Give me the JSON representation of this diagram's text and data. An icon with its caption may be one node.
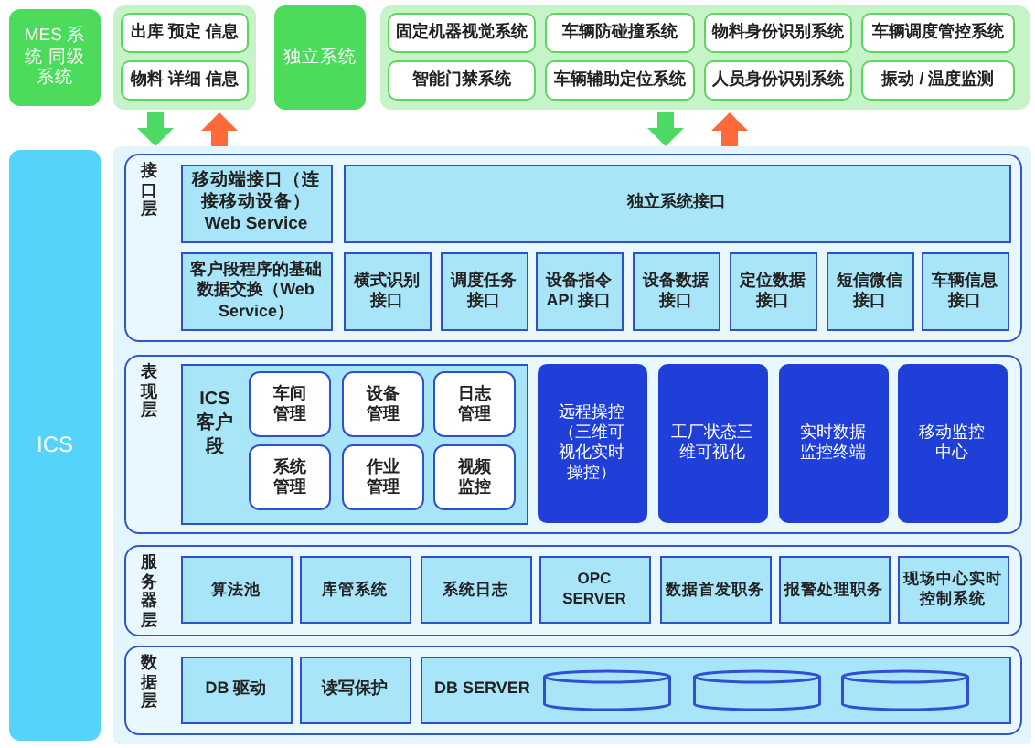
{
  "diagram": {
    "nodes": [
      {
        "text": [
          "MES 系统 同级系统"
        ]
      },
      {
        "text": [],
        "shape": "box"
      },
      {
        "text": [
          "出库 预定 信息"
        ],
        "in": 1
      },
      {
        "text": [
          "物料 详细 信息"
        ],
        "in": 1
      },
      {
        "text": [
          "独立系统"
        ]
      },
      {
        "text": [],
        "shape": "box"
      },
      {
        "text": [
          "固定机器视觉系统"
        ],
        "in": 5
      },
      {
        "text": [
          "车辆防碰撞系统"
        ],
        "in": 5
      },
      {
        "text": [
          "物料身份识别系统"
        ],
        "in": 5
      },
      {
        "text": [
          "车辆调度管控系统"
        ],
        "in": 5
      },
      {
        "text": [
          "智能门禁系统"
        ],
        "in": 5
      },
      {
        "text": [
          "车辆辅助定位系统"
        ],
        "in": 5
      },
      {
        "text": [
          "人员身份识别系统"
        ],
        "in": 5
      },
      {
        "text": [
          "振动 / 温度监测"
        ],
        "in": 5
      },
      {
        "text": [
          "ICS"
        ]
      },
      {
        "text": [
          "接口层"
        ]
      },
      {
        "text": [
          "移动端接口（连接移动设备）Web Service"
        ],
        "in": 15
      },
      {
        "text": [
          "独立系统接口"
        ],
        "in": 15
      },
      {
        "text": [
          "客户段程序的基础数据交换（Web Service）"
        ],
        "in": 15
      },
      {
        "text": [
          "横式识别接口"
        ],
        "in": 15
      },
      {
        "text": [
          "调度任务接口"
        ],
        "in": 15
      },
      {
        "text": [
          "设备指令API 接口"
        ],
        "in": 15
      },
      {
        "text": [
          "设备数据接口"
        ],
        "in": 15
      },
      {
        "text": [
          "定位数据接口"
        ],
        "in": 15
      },
      {
        "text": [
          "短信微信接口"
        ],
        "in": 15
      },
      {
        "text": [
          "车辆信息接口"
        ],
        "in": 15
      },
      {
        "text": [
          "表现层"
        ]
      },
      {
        "text": [
          "ICS客户段"
        ],
        "in": 26
      },
      {
        "text": [
          "车间管理"
        ],
        "in": 27
      },
      {
        "text": [
          "设备管理"
        ],
        "in": 27
      },
      {
        "text": [
          "日志管理"
        ],
        "in": 27
      },
      {
        "text": [
          "系统管理"
        ],
        "in": 27
      },
      {
        "text": [
          "作业管理"
        ],
        "in": 27
      },
      {
        "text": [
          "视频监控"
        ],
        "in": 27
      },
      {
        "text": [
          "远程操控（三维可视化实时操控）"
        ],
        "in": 26
      },
      {
        "text": [
          "工厂状态三维可视化"
        ],
        "in": 26
      },
      {
        "text": [
          "实时数据监控终端"
        ],
        "in": 26
      },
      {
        "text": [
          "移动监控中心"
        ],
        "in": 26
      },
      {
        "text": [
          "服务器层"
        ]
      },
      {
        "text": [
          "算法池"
        ],
        "in": 38
      },
      {
        "text": [
          "库管系统"
        ],
        "in": 38
      },
      {
        "text": [
          "系统日志"
        ],
        "in": 38
      },
      {
        "text": [
          "OPC SERVER"
        ],
        "in": 38
      },
      {
        "text": [
          "数据首发职务"
        ],
        "in": 38
      },
      {
        "text": [
          "报警处理职务"
        ],
        "in": 38
      },
      {
        "text": [
          "现场中心实时控制系统"
        ],
        "in": 38
      },
      {
        "text": [
          "数据层"
        ]
      },
      {
        "text": [
          "DB 驱动"
        ],
        "in": 46
      },
      {
        "text": [
          "读写保护"
        ],
        "in": 46
      },
      {
        "text": [
          "DB SERVER"
        ],
        "in": 46
      },
      {
        "text": [],
        "shape": "cylinder",
        "in": 49
      },
      {
        "text": [],
        "shape": "cylinder",
        "in": 49
      },
      {
        "text": [],
        "shape": "cylinder",
        "in": 49
      }
    ],
    "edges": [
      {
        "from": 1,
        "to": 15,
        "arrow": "to",
        "color": "#4cd964"
      },
      {
        "from": 15,
        "to": 1,
        "arrow": "to",
        "color": "#ff6a3d"
      },
      {
        "from": 5,
        "to": 15,
        "arrow": "to",
        "color": "#4cd964"
      },
      {
        "from": 15,
        "to": 5,
        "arrow": "to",
        "color": "#ff6a3d"
      }
    ]
  }
}
